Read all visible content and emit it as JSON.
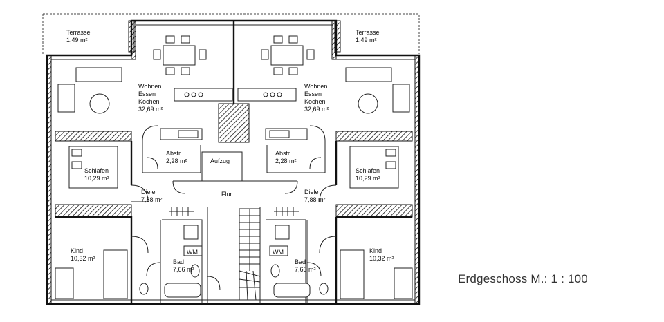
{
  "title": "Erdgeschoss M.: 1 : 100",
  "rooms": {
    "terrace_left": {
      "name": "Terrasse",
      "area": "1,49 m²"
    },
    "terrace_right": {
      "name": "Terrasse",
      "area": "1,49 m²"
    },
    "living_left": {
      "line1": "Wohnen",
      "line2": "Essen",
      "line3": "Kochen",
      "area": "32,69 m²"
    },
    "living_right": {
      "line1": "Wohnen",
      "line2": "Essen",
      "line3": "Kochen",
      "area": "32,69 m²"
    },
    "storage_left": {
      "name": "Abstr.",
      "area": "2,28 m²"
    },
    "storage_right": {
      "name": "Abstr.",
      "area": "2,28 m²"
    },
    "elevator": {
      "name": "Aufzug"
    },
    "hallway": {
      "name": "Flur"
    },
    "bedroom_left": {
      "name": "Schlafen",
      "area": "10,29 m²"
    },
    "bedroom_right": {
      "name": "Schlafen",
      "area": "10,29 m²"
    },
    "hall_left": {
      "name": "Diele",
      "area": "7,88 m²"
    },
    "hall_right": {
      "name": "Diele",
      "area": "7,88 m²"
    },
    "child_left": {
      "name": "Kind",
      "area": "10,32 m²"
    },
    "child_right": {
      "name": "Kind",
      "area": "10,32 m²"
    },
    "bath_left": {
      "name": "Bad",
      "area": "7,66 m²",
      "appliance": "WM"
    },
    "bath_right": {
      "name": "Bad",
      "area": "7,66 m²",
      "appliance": "WM"
    }
  }
}
